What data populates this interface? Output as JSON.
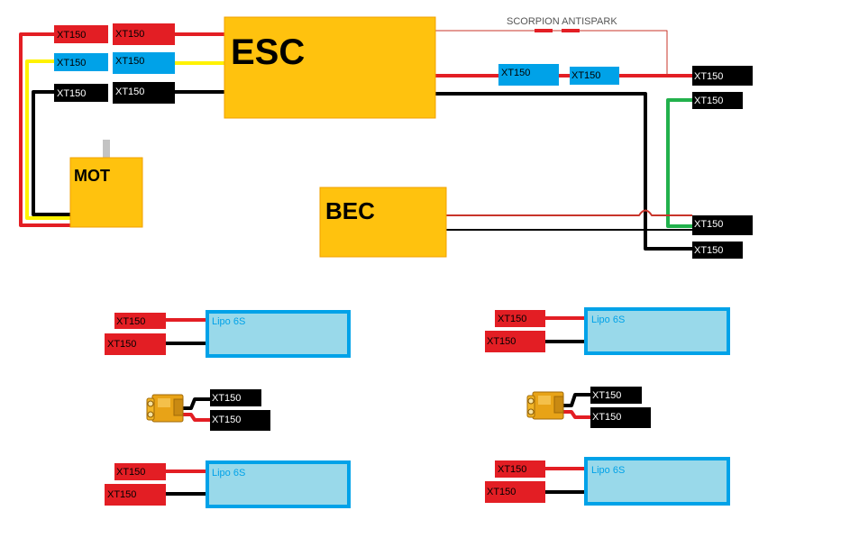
{
  "modules": {
    "esc": "ESC",
    "mot": "MOT",
    "bec": "BEC"
  },
  "antispark_label": "SCORPION ANTISPARK",
  "connector_label": "XT150",
  "battery_label": "Lipo 6S",
  "colors": {
    "red": "#e31e24",
    "blue": "#00a2e8",
    "black": "#000000",
    "yellow": "#fff200",
    "green": "#22b14c",
    "module_fill": "#ffc20e",
    "module_border": "#f0a000",
    "battery_fill": "#99d9ea",
    "battery_border": "#00a2e8",
    "wire_thin_red": "#c8342a"
  }
}
